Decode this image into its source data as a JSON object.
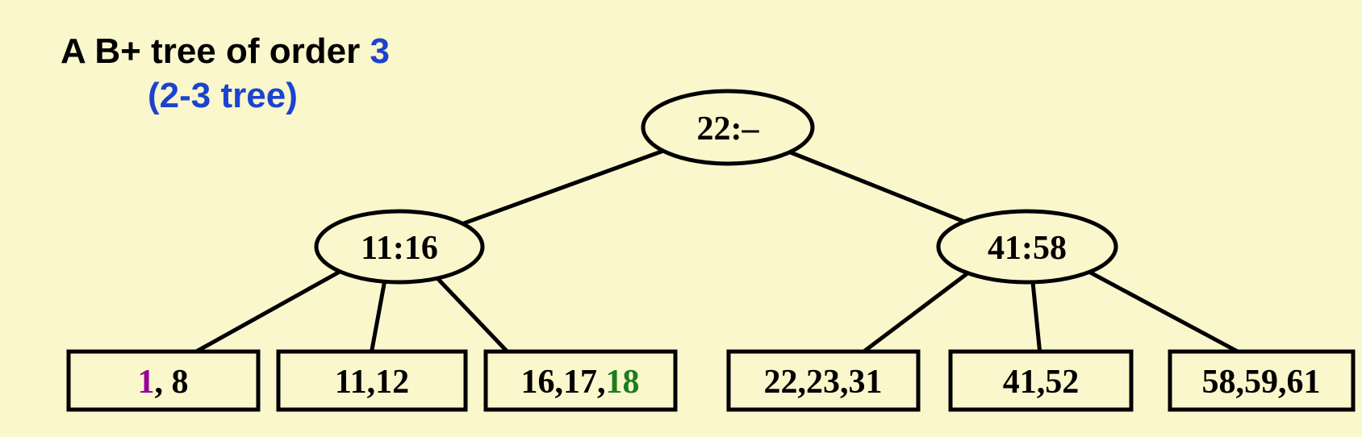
{
  "title": {
    "line1_black": "A B+ tree of order ",
    "line1_blue": "3",
    "line2_blue": "(2-3 tree)"
  },
  "colors": {
    "background": "#FAF7CC",
    "text_black": "#000000",
    "accent_blue": "#1B43D0",
    "accent_purple": "#990099",
    "accent_green": "#1E7D1E",
    "stroke_black": "#000000"
  },
  "tree": {
    "root": {
      "label": "22:–"
    },
    "internal_nodes": [
      {
        "label": "11:16"
      },
      {
        "label": "41:58"
      }
    ],
    "leaf_nodes": [
      {
        "parts": [
          {
            "text": "1",
            "color": "#990099"
          },
          {
            "text": ", 8",
            "color": "#000000"
          }
        ]
      },
      {
        "parts": [
          {
            "text": "11,12",
            "color": "#000000"
          }
        ]
      },
      {
        "parts": [
          {
            "text": "16,17,",
            "color": "#000000"
          },
          {
            "text": "18",
            "color": "#1E7D1E"
          }
        ]
      },
      {
        "parts": [
          {
            "text": "22,23,31",
            "color": "#000000"
          }
        ]
      },
      {
        "parts": [
          {
            "text": "41,52",
            "color": "#000000"
          }
        ]
      },
      {
        "parts": [
          {
            "text": "58,59,61",
            "color": "#000000"
          }
        ]
      }
    ]
  }
}
